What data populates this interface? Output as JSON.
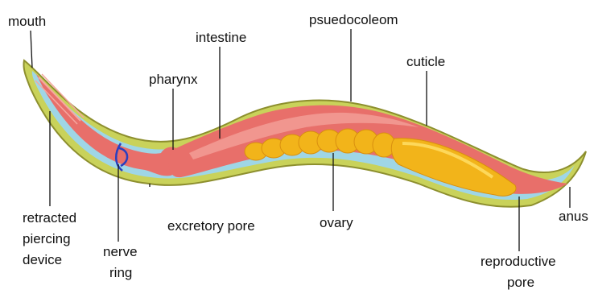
{
  "labels": {
    "mouth": "mouth",
    "intestine": "intestine",
    "pseudocoelom": "psuedocoleom",
    "pharynx": "pharynx",
    "cuticle": "cuticle",
    "retracted_piercing_device": [
      "retracted",
      "piercing",
      "device"
    ],
    "nerve_ring": [
      "nerve",
      "ring"
    ],
    "excretory_pore": "excretory pore",
    "ovary": "ovary",
    "anus": "anus",
    "reproductive_pore": [
      "reproductive",
      "pore"
    ]
  },
  "colors": {
    "cuticle_outer": "#c9d25a",
    "cuticle_edge": "#8d8f2e",
    "pseudocoelom": "#9fd6e6",
    "gut_tissue": "#e86f6a",
    "gut_highlight": "#f5a7a0",
    "ovary": "#f2b41a",
    "ovary_highlight": "#ffe16a",
    "nerve_ring": "#2a3fbf",
    "leader_line": "#111111"
  }
}
